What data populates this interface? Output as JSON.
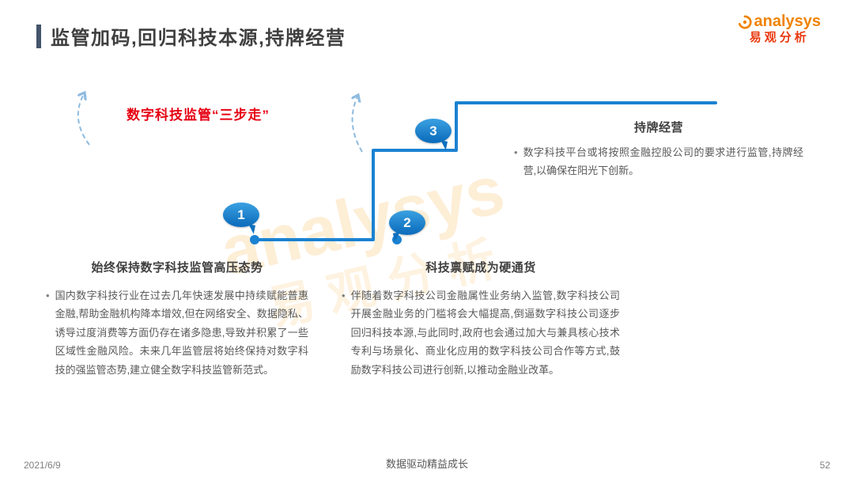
{
  "title": "监管加码,回归科技本源,持牌经营",
  "logo": {
    "brand_en": "analysys",
    "brand_cn": "易观分析"
  },
  "watermark": {
    "text_en": "analysys",
    "text_cn": "易观分析"
  },
  "diagram": {
    "label": "数字科技监管“三步走”",
    "steps": [
      {
        "number": "1",
        "heading": "始终保持数字科技监管高压态势",
        "body": "国内数字科技行业在过去几年快速发展中持续赋能普惠金融,帮助金融机构降本增效,但在网络安全、数据隐私、诱导过度消费等方面仍存在诸多隐患,导致并积累了一些区域性金融风险。未来几年监管层将始终保持对数字科技的强监管态势,建立健全数字科技监管新范式。"
      },
      {
        "number": "2",
        "heading": "科技禀赋成为硬通货",
        "body": "伴随着数字科技公司金融属性业务纳入监管,数字科技公司开展金融业务的门槛将会大幅提高,倒逼数字科技公司逐步回归科技本源,与此同时,政府也会通过加大与兼具核心技术专利与场景化、商业化应用的数字科技公司合作等方式,鼓励数字科技公司进行创新,以推动金融业改革。"
      },
      {
        "number": "3",
        "heading": "持牌经营",
        "body": "数字科技平台或将按照金融控股公司的要求进行监管,持牌经营,以确保在阳光下创新。"
      }
    ]
  },
  "footer": {
    "date": "2021/6/9",
    "center": "数据驱动精益成长",
    "page": "52"
  },
  "ui": {
    "bullet": "•"
  },
  "colors": {
    "accent_blue": "#1b82d2",
    "title_bar": "#44546a",
    "label_red": "#e60012",
    "logo_orange": "#f08300",
    "logo_red": "#e8380d",
    "body_text": "#595959"
  }
}
